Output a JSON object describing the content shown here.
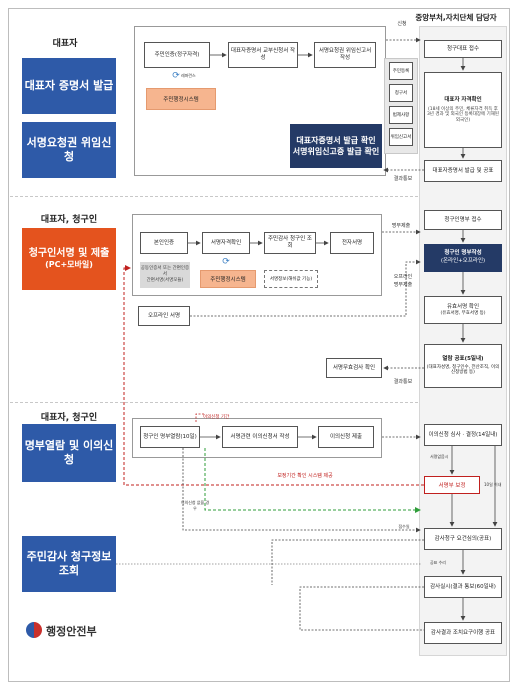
{
  "header": {
    "right_title": "중앙부처,자치단체 담당자",
    "request_label": "신청"
  },
  "section1": {
    "actor": "대표자",
    "btn_issue": "대표자 증명서 발급",
    "btn_delegate": "서명요청권 위임신청",
    "flow": {
      "step1": "주민인증(정구자격)",
      "step2": "대표자증명서 교부신청서 작성",
      "step3": "서명요청권 위임신고서 작성",
      "ref_label": "레퍼런스",
      "system_box": "주민행정시스템",
      "confirm_line1": "대표자증명서 발급 확인",
      "confirm_line2": "서명위임신고증 발급 확인"
    },
    "docs": [
      "주민등록",
      "청구서",
      "법제사항",
      "위임신고서"
    ],
    "result_notice": "결과통보",
    "right_flow": {
      "receive": "청구대표 접수",
      "check_title": "대표자 자격확인",
      "check_detail": "(18세 이상의 주민, 체류자격 취득 후 3년 경과 및 외국인 등록대장에 기재된 외국인)",
      "issue": "대표자증명서 발급 및 공표"
    }
  },
  "section2": {
    "actor": "대표자, 청구인",
    "btn_line1": "청구인서명 및 제출",
    "btn_line2": "(PC+모바일)",
    "flow": {
      "auth": "본인인증",
      "sign_auth": "서명자격확인",
      "audit_view": "주민감사 청구인 조회",
      "e_sign": "전자서명",
      "system_box": "주민행정시스템",
      "note_line1": "공동인증서 또는 간편인증서",
      "note_line2": "간편서명(서명모듈)",
      "dashed_note": "서명정보(해쉬값 기능)",
      "offline_sign": "오프라인 서명",
      "sign_correction": "서명무효검사 확인"
    },
    "labels": {
      "list_submit": "명부제출",
      "offline_left": "오프라인",
      "offline_right": "명부제출",
      "result_notice": "결과통보"
    },
    "right_flow": {
      "receive": "청구인명부 접수",
      "create_line1": "청구인 명부작성",
      "create_line2": "(온라인+오프라인)",
      "validity_title": "유효서명 확인",
      "validity_detail": "(유효서명, 무효서명 등)",
      "public_title": "열람 공표(5일내)",
      "public_detail": "(대표자성명, 청구인수, 전산조직, 이의신청방법 등)"
    }
  },
  "section3": {
    "actor": "대표자, 청구인",
    "btn": "명부열람 및 이의신청",
    "flow": {
      "view": "청구인 명부열람(10일)",
      "objection_form": "서명관련 이의신청서 작성",
      "objection_submit": "이의신청 제출"
    },
    "labels": {
      "objection_period": "이의신청 기간",
      "correction_request": "보정기간 확인 시스템 제공",
      "objection_none": "이의신청 없을 경우",
      "correction_period": "보정기간",
      "accept": "수리 통보"
    },
    "right_flow": {
      "review": "이의신청 심사 · 결정(14일내)",
      "signature_correction": "서명부 보정",
      "note_left": "서명없음시",
      "note_right": "10일 이내"
    }
  },
  "section4": {
    "btn": "주민감사 청구정보 조회",
    "right_flow": {
      "accept": "감사청구 요건심의(공표)",
      "audit": "감사실시(결과 통보(60일내)",
      "result": "감사결과 조치요구이행 공표"
    },
    "labels": {
      "receive_note": "접수일",
      "accept_note": "공표 수리"
    }
  },
  "footer": {
    "ministry": "행정안전부"
  },
  "colors": {
    "blue": "#2e5aa8",
    "orange": "#e4531e",
    "navy": "#243a66",
    "red_line": "#c0201e",
    "green_line": "#2f9e3a"
  }
}
